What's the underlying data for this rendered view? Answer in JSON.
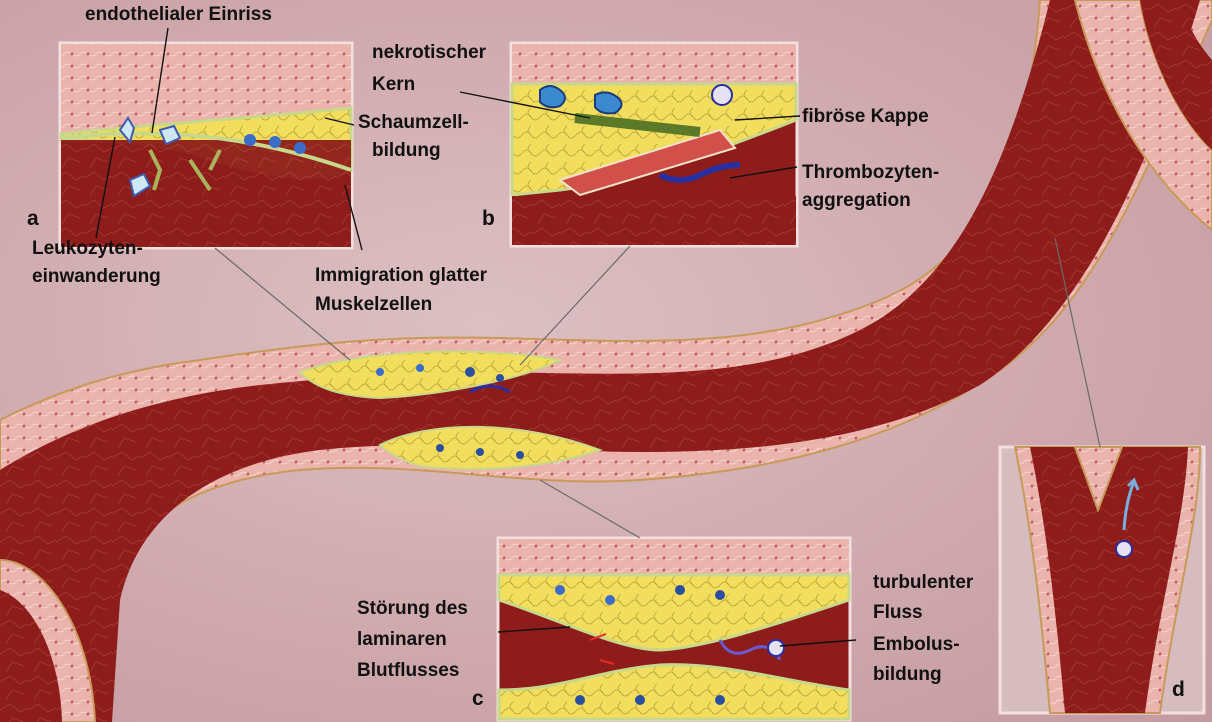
{
  "panels": [
    {
      "letter": "a"
    },
    {
      "letter": "b"
    },
    {
      "letter": "c"
    },
    {
      "letter": "d"
    }
  ],
  "labels": {
    "endothelial_tear": "endothelialer Einriss",
    "foam_cell_1": "Schaumzell-",
    "foam_cell_2": "bildung",
    "leukocyte_1": "Leukozyten-",
    "leukocyte_2": "einwanderung",
    "smooth_muscle_1": "Immigration glatter",
    "smooth_muscle_2": "Muskelzellen",
    "necrotic_1": "nekrotischer",
    "necrotic_2": "Kern",
    "fibrous_cap": "fibröse Kappe",
    "platelet_1": "Thrombozyten-",
    "platelet_2": "aggregation",
    "laminar_1": "Störung des",
    "laminar_2": "laminaren",
    "laminar_3": "Blutflusses",
    "turbulent_1": "turbulenter",
    "turbulent_2": "Fluss",
    "embolus_1": "Embolus-",
    "embolus_2": "bildung"
  },
  "colors": {
    "background": "#d3b0b4",
    "vessel_wall": "#e8a9a3",
    "vessel_lumen": "#8e1a1a",
    "plaque": "#f2dc4a",
    "intima": "#c9d98a"
  }
}
